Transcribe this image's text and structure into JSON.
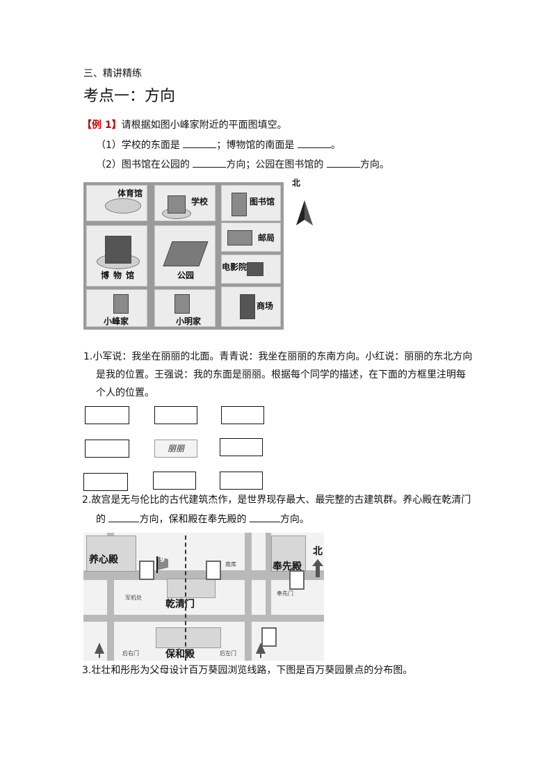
{
  "section_heading": "三、精讲精练",
  "topic_title": "考点一：方向",
  "example": {
    "tag": "【例 1】",
    "prompt": "请根据如图小峰家附近的平面图填空。",
    "q1": {
      "a": "（1）学校的东面是",
      "b": "；博物馆的南面是",
      "c": "。"
    },
    "q2": {
      "a": "（2）图书馆在公园的",
      "b": "方向；公园在图书馆的",
      "c": "方向。"
    }
  },
  "map1": {
    "north_label": "北",
    "cells": {
      "gym": "体育馆",
      "school": "学校",
      "library": "图书馆",
      "museum": "博物馆",
      "park": "公园",
      "post": "邮局",
      "cinema": "电影院",
      "xiaofeng": "小峰家",
      "xiaoming": "小明家",
      "mall": "商场"
    }
  },
  "problem1": {
    "line1": "1.小军说：我坐在丽丽的北面。青青说：我坐在丽丽的东南方向。小红说：丽丽的东北方向",
    "line2": "是我的位置。王强说：我的东面是丽丽。根据每个同学的描述，在下面的方框里注明每",
    "line3": "个人的位置。",
    "center_label": "丽丽"
  },
  "problem2": {
    "line1": "2.故宫是无与伦比的古代建筑杰作，是世界现存最大、最完整的古建筑群。养心殿在乾清门",
    "line2_a": "的",
    "line2_b": "方向，保和殿在奉先殿的",
    "line2_c": "方向。"
  },
  "map2": {
    "north_label": "北",
    "yangxin": "养心殿",
    "fengxian": "奉先殿",
    "qianqing": "乾清门",
    "baohe": "保和殿",
    "junjichu": "军机处",
    "nanku": "南库",
    "fengxianmen": "奉先门",
    "houyoumen": "后右门",
    "houzuomen": "后左门",
    "marker": "9"
  },
  "problem3": {
    "text": "3.壮壮和彤彤为父母设计百万葵园浏览线路，下图是百万葵园景点的分布图。"
  }
}
